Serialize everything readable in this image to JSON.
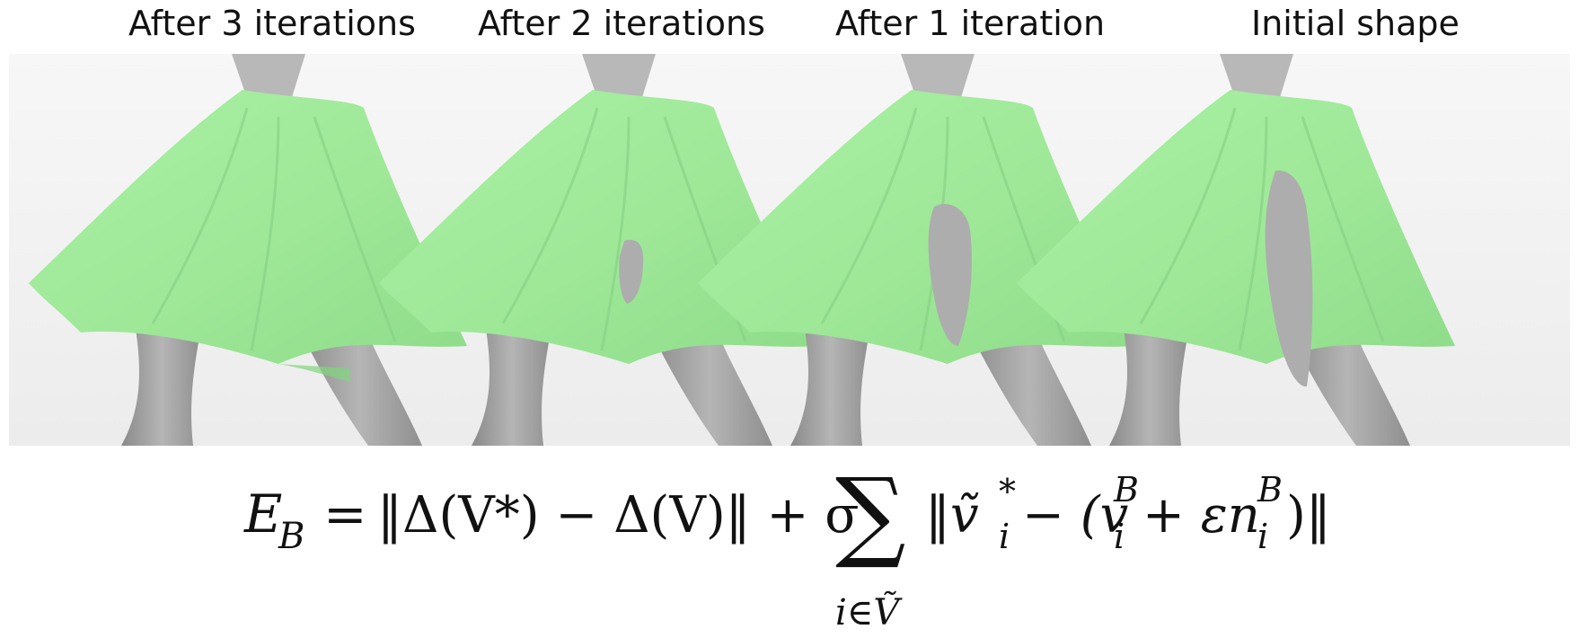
{
  "labels": [
    "After 3 iterations",
    "After 2 iterations",
    "After 1 iteration",
    "Initial shape"
  ],
  "colors": {
    "skirt": "#9fe89a",
    "skirt_shadow": "#7fd67c",
    "body": "#b3b3b3",
    "body_shadow": "#8e8e8e",
    "background": "#f3f3f3"
  },
  "equation": {
    "lhs": "E",
    "lhs_sub": "B",
    "eq": "=",
    "term1": "‖Δ(V*) − Δ(V)‖ + σ",
    "sum": "∑",
    "sum_sub": "i∈Ṽ",
    "term2_a": "‖ṽ",
    "term2_a_sup": "*",
    "term2_a_sub": "i",
    "term2_b": " − (v",
    "term2_b_sup": "B",
    "term2_b_sub": "i",
    "term2_c": " + εn",
    "term2_c_sup": "B",
    "term2_c_sub": "i",
    "term2_d": ")‖"
  }
}
